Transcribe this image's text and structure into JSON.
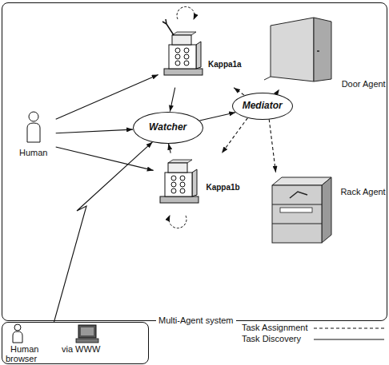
{
  "diagram": {
    "nodes": [
      {
        "text": [
          "Multi-Agent system"
        ]
      },
      {
        "text": [
          "Kappa1a"
        ],
        "in": 0
      },
      {
        "text": [
          "Door Agent"
        ],
        "in": 0
      },
      {
        "text": [
          "Human"
        ],
        "in": 0
      },
      {
        "text": [
          "Watcher"
        ],
        "in": 0
      },
      {
        "text": [
          "Mediator"
        ],
        "in": 0
      },
      {
        "text": [
          "Kappa1b"
        ],
        "in": 0
      },
      {
        "text": [
          "Rack Agent"
        ],
        "in": 0
      },
      {
        "text": [
          "Human",
          "via WWW",
          "browser"
        ]
      }
    ],
    "edges": [
      {
        "from": 3,
        "to": 1,
        "arrow": "to"
      },
      {
        "from": 3,
        "to": 4,
        "arrow": "to"
      },
      {
        "from": 3,
        "to": 6,
        "arrow": "to"
      },
      {
        "from": 1,
        "to": 4,
        "arrow": "to"
      },
      {
        "from": 6,
        "to": 4,
        "arrow": "to"
      },
      {
        "from": 8,
        "to": 4,
        "arrow": "to"
      },
      {
        "from": 4,
        "to": 5,
        "arrow": "to"
      },
      {
        "from": 5,
        "to": 1,
        "arrow": "to"
      },
      {
        "from": 5,
        "to": 6,
        "arrow": "to"
      },
      {
        "from": 5,
        "to": 2,
        "arrow": "to"
      },
      {
        "from": 5,
        "to": 7,
        "arrow": "to"
      }
    ],
    "legend": [
      {
        "text": "Task Assignment"
      },
      {
        "text": "Task Discovery"
      }
    ]
  }
}
